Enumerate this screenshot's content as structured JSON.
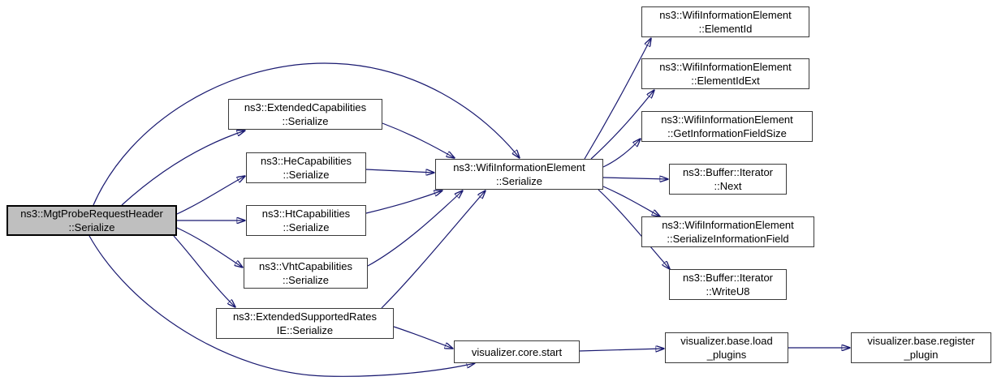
{
  "diagram": {
    "type": "doxygen-call-graph",
    "colors": {
      "edge": "#191970",
      "node_background": "#ffffff",
      "node_border": "#3a3a3a",
      "focus_node_background": "#bfbfbf",
      "focus_node_border": "#000000",
      "text": "#000000",
      "page_background": "#ffffff"
    },
    "nodes": {
      "mgt_probe_request_header_serialize": {
        "label": "ns3::MgtProbeRequestHeader\n::Serialize"
      },
      "extended_capabilities_serialize": {
        "label": "ns3::ExtendedCapabilities\n::Serialize"
      },
      "he_capabilities_serialize": {
        "label": "ns3::HeCapabilities\n::Serialize"
      },
      "ht_capabilities_serialize": {
        "label": "ns3::HtCapabilities\n::Serialize"
      },
      "vht_capabilities_serialize": {
        "label": "ns3::VhtCapabilities\n::Serialize"
      },
      "extended_supported_rates_ie_serialize": {
        "label": "ns3::ExtendedSupportedRates\nIE::Serialize"
      },
      "wifi_information_element_serialize": {
        "label": "ns3::WifiInformationElement\n::Serialize"
      },
      "wifi_information_element_element_id": {
        "label": "ns3::WifiInformationElement\n::ElementId"
      },
      "wifi_information_element_element_id_ext": {
        "label": "ns3::WifiInformationElement\n::ElementIdExt"
      },
      "wifi_information_element_get_information_field_size": {
        "label": "ns3::WifiInformationElement\n::GetInformationFieldSize"
      },
      "buffer_iterator_next": {
        "label": "ns3::Buffer::Iterator\n::Next"
      },
      "wifi_information_element_serialize_information_field": {
        "label": "ns3::WifiInformationElement\n::SerializeInformationField"
      },
      "buffer_iterator_write_u8": {
        "label": "ns3::Buffer::Iterator\n::WriteU8"
      },
      "visualizer_core_start": {
        "label": "visualizer.core.start"
      },
      "visualizer_base_load_plugins": {
        "label": "visualizer.base.load\n_plugins"
      },
      "visualizer_base_register_plugin": {
        "label": "visualizer.base.register\n_plugin"
      }
    },
    "edges": [
      {
        "from": "mgt_probe_request_header_serialize",
        "to": "extended_capabilities_serialize"
      },
      {
        "from": "mgt_probe_request_header_serialize",
        "to": "he_capabilities_serialize"
      },
      {
        "from": "mgt_probe_request_header_serialize",
        "to": "ht_capabilities_serialize"
      },
      {
        "from": "mgt_probe_request_header_serialize",
        "to": "vht_capabilities_serialize"
      },
      {
        "from": "mgt_probe_request_header_serialize",
        "to": "extended_supported_rates_ie_serialize"
      },
      {
        "from": "mgt_probe_request_header_serialize",
        "to": "wifi_information_element_serialize"
      },
      {
        "from": "mgt_probe_request_header_serialize",
        "to": "visualizer_core_start"
      },
      {
        "from": "extended_capabilities_serialize",
        "to": "wifi_information_element_serialize"
      },
      {
        "from": "he_capabilities_serialize",
        "to": "wifi_information_element_serialize"
      },
      {
        "from": "ht_capabilities_serialize",
        "to": "wifi_information_element_serialize"
      },
      {
        "from": "vht_capabilities_serialize",
        "to": "wifi_information_element_serialize"
      },
      {
        "from": "extended_supported_rates_ie_serialize",
        "to": "wifi_information_element_serialize"
      },
      {
        "from": "extended_supported_rates_ie_serialize",
        "to": "visualizer_core_start"
      },
      {
        "from": "wifi_information_element_serialize",
        "to": "wifi_information_element_element_id"
      },
      {
        "from": "wifi_information_element_serialize",
        "to": "wifi_information_element_element_id_ext"
      },
      {
        "from": "wifi_information_element_serialize",
        "to": "wifi_information_element_get_information_field_size"
      },
      {
        "from": "wifi_information_element_serialize",
        "to": "buffer_iterator_next"
      },
      {
        "from": "wifi_information_element_serialize",
        "to": "wifi_information_element_serialize_information_field"
      },
      {
        "from": "wifi_information_element_serialize",
        "to": "buffer_iterator_write_u8"
      },
      {
        "from": "visualizer_core_start",
        "to": "visualizer_base_load_plugins"
      },
      {
        "from": "visualizer_base_load_plugins",
        "to": "visualizer_base_register_plugin"
      }
    ]
  }
}
